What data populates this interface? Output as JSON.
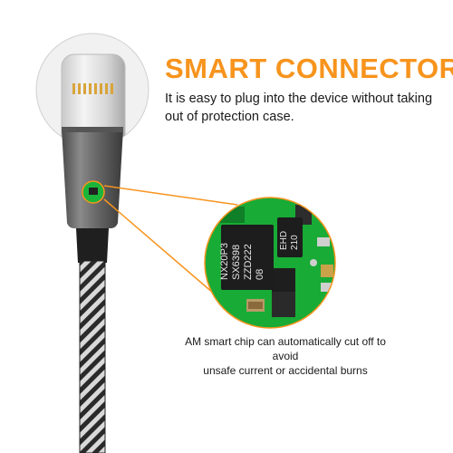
{
  "colors": {
    "accent": "#f7941d",
    "text": "#1a1a1a",
    "pcb_green": "#1bb53a"
  },
  "heading": "SMART CONNECTOR",
  "description": "It is easy to plug into the device without taking out of protection case.",
  "chip": {
    "main_chip_lines": [
      "NX20P3",
      "SX6398",
      "ZZD222",
      "08"
    ],
    "small_chip_lines": [
      "EHD",
      "210"
    ]
  },
  "caption": {
    "line1": "AM smart chip can automatically cut off to avoid",
    "line2": "unsafe current or accidental burns"
  }
}
